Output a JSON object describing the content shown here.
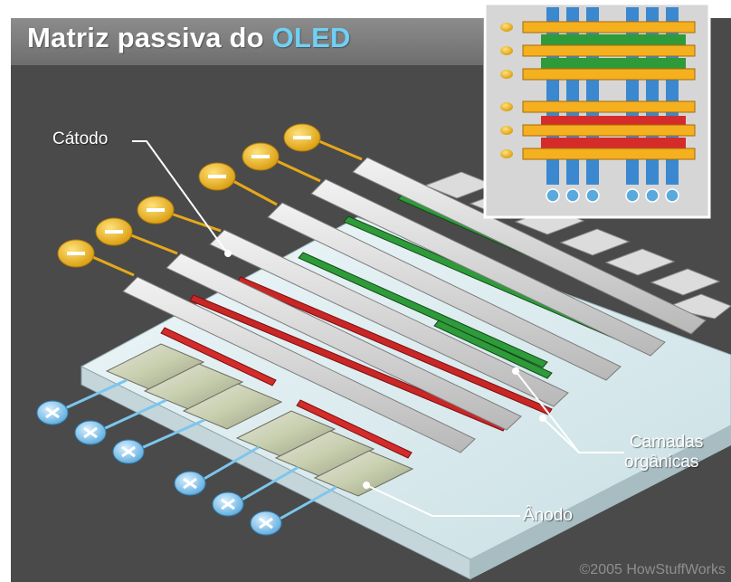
{
  "figure": {
    "title_main": "Matriz passiva do ",
    "title_accent": "OLED",
    "labels": {
      "cathode": "Cátodo",
      "organic_line1": "Camadas",
      "organic_line2": "orgânicas",
      "anode": "Ânodo"
    },
    "copyright": "©2005 HowStuffWorks"
  },
  "colors": {
    "background": "#4a4a4a",
    "header_band": "#7a7a7a",
    "title_accent": "#6fd0f5",
    "cathode_strip": "#d8d8d8",
    "red_emission": "#d42b2b",
    "green_emission": "#2f9a3a",
    "negative_terminal": "#f2c020",
    "positive_terminal": "#6fb8e6",
    "inset_background": "#d6d6d6",
    "inset_cathode": "#f5b020",
    "inset_anode": "#3a88d0"
  },
  "icons": {
    "negative_terminal": "minus-circle-icon",
    "positive_terminal": "plus-circle-icon"
  }
}
